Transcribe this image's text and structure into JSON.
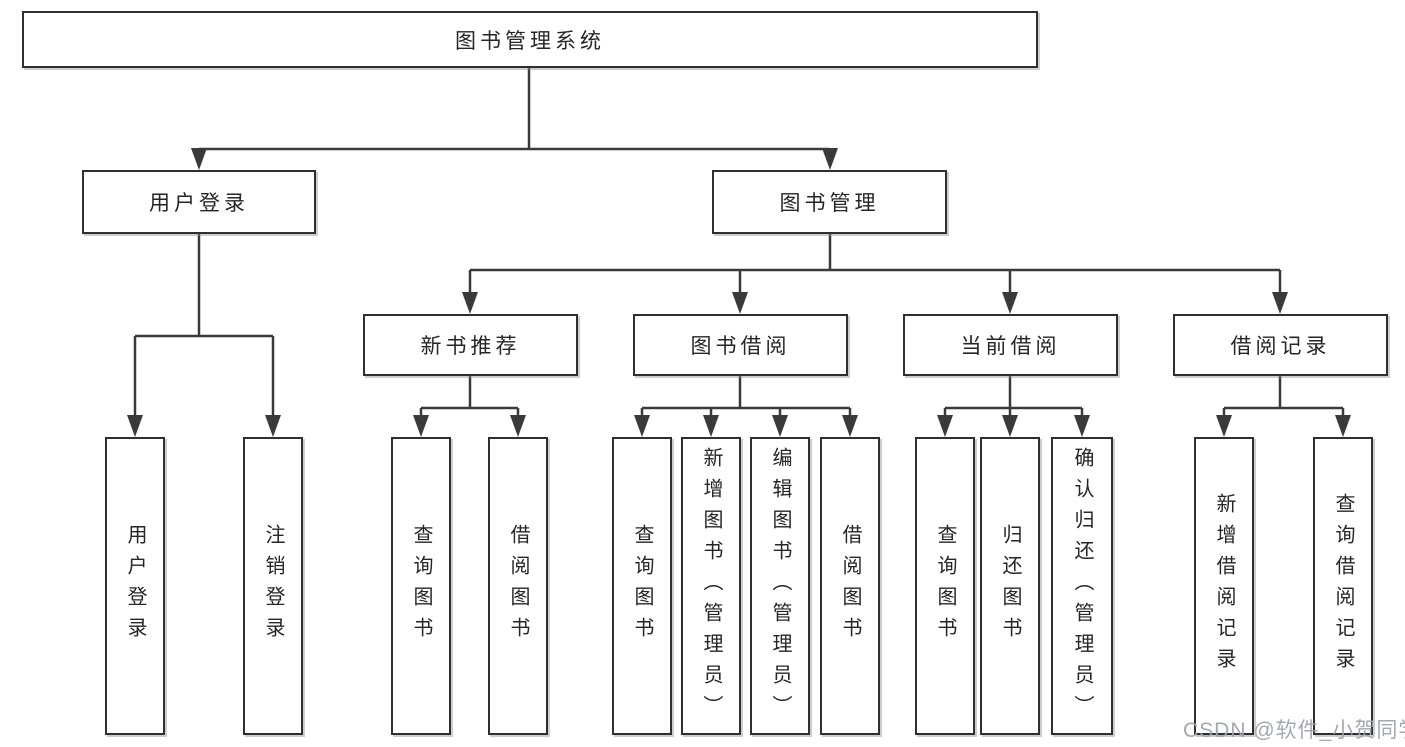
{
  "diagram_title": "图书管理系统",
  "nodes": {
    "root": {
      "label": "图书管理系统"
    },
    "user_login": {
      "label": "用户登录"
    },
    "book_mgmt": {
      "label": "图书管理"
    },
    "new_book_rec": {
      "label": "新书推荐"
    },
    "book_borrow": {
      "label": "图书借阅"
    },
    "current_borrow": {
      "label": "当前借阅"
    },
    "borrow_records": {
      "label": "借阅记录"
    },
    "leaf_user_login": {
      "label": "用户登录"
    },
    "leaf_logout": {
      "label": "注销登录"
    },
    "leaf_nb_query": {
      "label": "查询图书"
    },
    "leaf_nb_borrow": {
      "label": "借阅图书"
    },
    "leaf_bb_query": {
      "label": "查询图书"
    },
    "leaf_bb_add": {
      "label": "新增图书（管理员）"
    },
    "leaf_bb_edit": {
      "label": "编辑图书（管理员）"
    },
    "leaf_bb_borrow": {
      "label": "借阅图书"
    },
    "leaf_cb_query": {
      "label": "查询图书"
    },
    "leaf_cb_return": {
      "label": "归还图书"
    },
    "leaf_cb_confirm": {
      "label": "确认归还（管理员）"
    },
    "leaf_br_add": {
      "label": "新增借阅记录"
    },
    "leaf_br_query": {
      "label": "查询借阅记录"
    }
  },
  "edges": [
    [
      "root",
      "user_login"
    ],
    [
      "root",
      "book_mgmt"
    ],
    [
      "user_login",
      "leaf_user_login"
    ],
    [
      "user_login",
      "leaf_logout"
    ],
    [
      "book_mgmt",
      "new_book_rec"
    ],
    [
      "book_mgmt",
      "book_borrow"
    ],
    [
      "book_mgmt",
      "current_borrow"
    ],
    [
      "book_mgmt",
      "borrow_records"
    ],
    [
      "new_book_rec",
      "leaf_nb_query"
    ],
    [
      "new_book_rec",
      "leaf_nb_borrow"
    ],
    [
      "book_borrow",
      "leaf_bb_query"
    ],
    [
      "book_borrow",
      "leaf_bb_add"
    ],
    [
      "book_borrow",
      "leaf_bb_edit"
    ],
    [
      "book_borrow",
      "leaf_bb_borrow"
    ],
    [
      "current_borrow",
      "leaf_cb_query"
    ],
    [
      "current_borrow",
      "leaf_cb_return"
    ],
    [
      "current_borrow",
      "leaf_cb_confirm"
    ],
    [
      "borrow_records",
      "leaf_br_add"
    ],
    [
      "borrow_records",
      "leaf_br_query"
    ]
  ],
  "watermark": "CSDN @软件_小贺同学",
  "colors": {
    "background": "#ffffff",
    "box_border": "#2f2f2f",
    "line": "#3a3a3a",
    "text": "#262626",
    "watermark": "#9ea4ab"
  }
}
